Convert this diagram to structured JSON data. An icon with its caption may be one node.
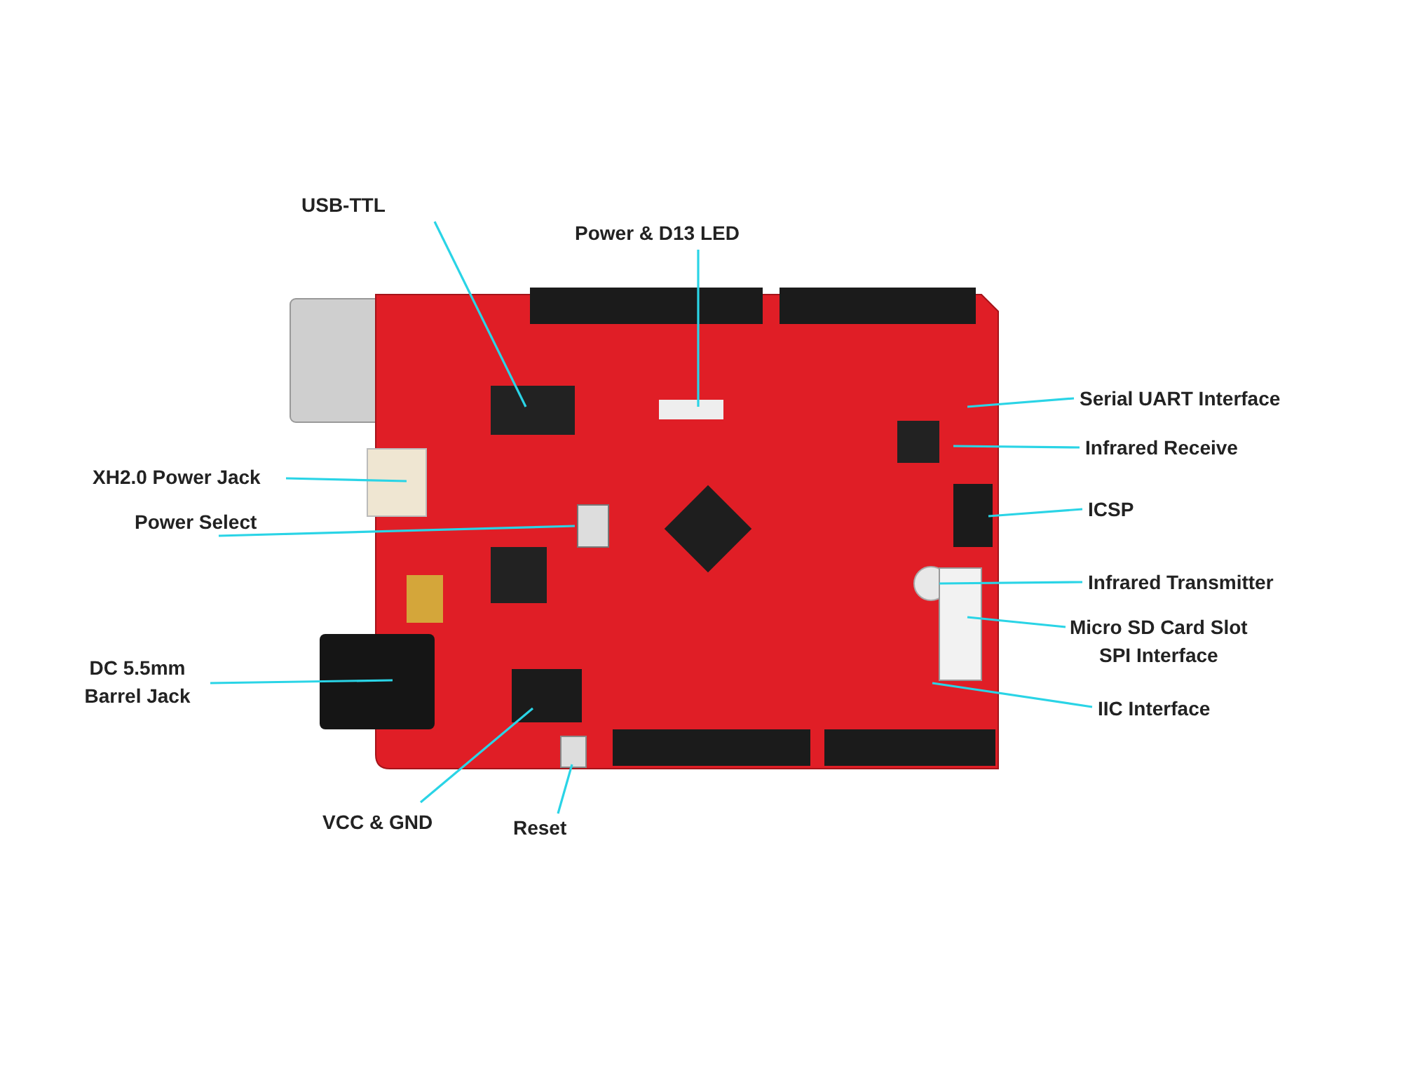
{
  "diagram": {
    "nodes": [
      {
        "text": [
          "USB-TTL"
        ]
      },
      {
        "text": [
          "Power & D13 LED"
        ]
      },
      {
        "text": [
          "Serial UART Interface"
        ]
      },
      {
        "text": [
          "Infrared Receive"
        ]
      },
      {
        "text": [
          "ICSP"
        ]
      },
      {
        "text": [
          "Infrared Transmitter"
        ]
      },
      {
        "text": [
          "Micro SD Card Slot",
          "SPI Interface"
        ]
      },
      {
        "text": [
          "IIC Interface"
        ]
      },
      {
        "text": [
          "XH2.0 Power Jack"
        ]
      },
      {
        "text": [
          "Power Select"
        ]
      },
      {
        "text": [
          "DC 5.5mm Barrel Jack"
        ]
      },
      {
        "text": [
          "VCC & GND"
        ]
      },
      {
        "text": [
          "Reset"
        ]
      }
    ],
    "edges": [
      {
        "from": 0,
        "to": null,
        "arrow": "none"
      },
      {
        "from": 1,
        "to": null,
        "arrow": "none"
      },
      {
        "from": 2,
        "to": null,
        "arrow": "none"
      },
      {
        "from": 3,
        "to": null,
        "arrow": "none"
      },
      {
        "from": 4,
        "to": null,
        "arrow": "none"
      },
      {
        "from": 5,
        "to": null,
        "arrow": "none"
      },
      {
        "from": 6,
        "to": null,
        "arrow": "none"
      },
      {
        "from": 7,
        "to": null,
        "arrow": "none"
      },
      {
        "from": 8,
        "to": null,
        "arrow": "none"
      },
      {
        "from": 9,
        "to": null,
        "arrow": "none"
      },
      {
        "from": 10,
        "to": null,
        "arrow": "none"
      },
      {
        "from": 11,
        "to": null,
        "arrow": "none"
      },
      {
        "from": 12,
        "to": null,
        "arrow": "none"
      }
    ]
  }
}
